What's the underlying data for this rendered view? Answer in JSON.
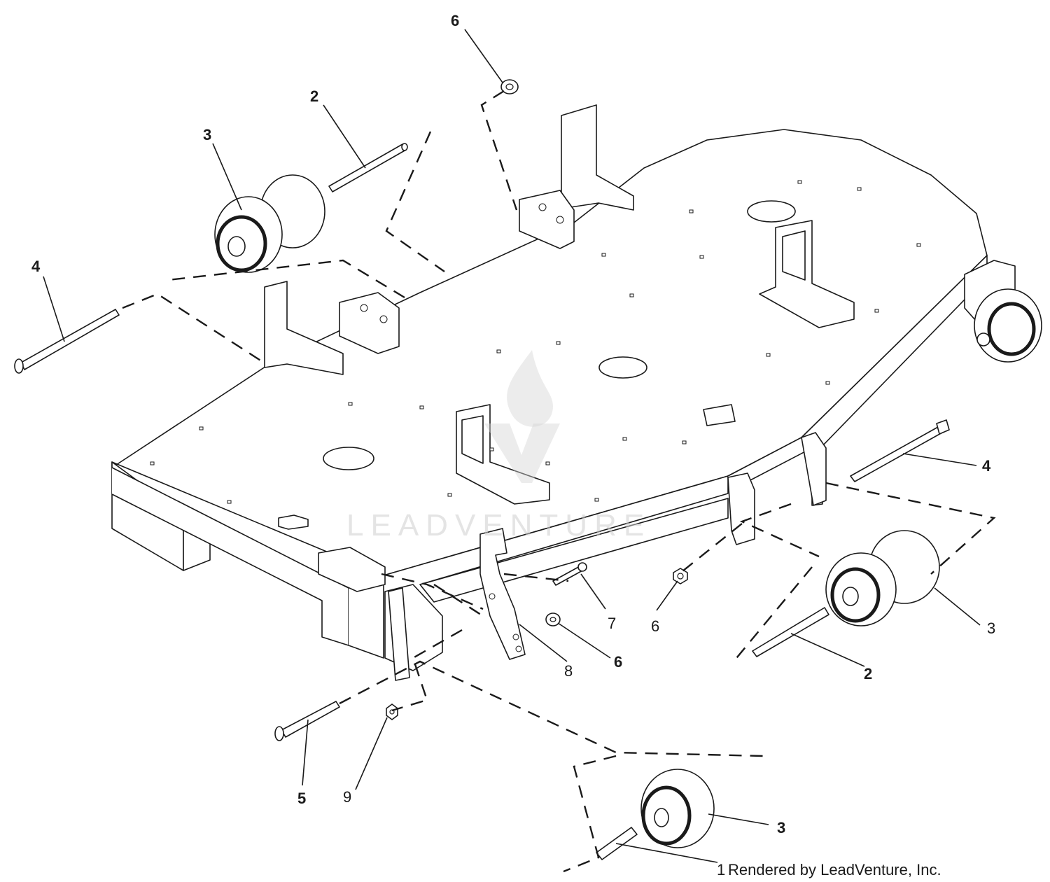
{
  "diagram": {
    "callouts": [
      {
        "id": "c-6-top",
        "label": "6",
        "bold": true
      },
      {
        "id": "c-2-left",
        "label": "2",
        "bold": true
      },
      {
        "id": "c-3-left",
        "label": "3",
        "bold": true
      },
      {
        "id": "c-4-left",
        "label": "4",
        "bold": true
      },
      {
        "id": "c-4-right",
        "label": "4",
        "bold": true
      },
      {
        "id": "c-3-right",
        "label": "3",
        "bold": false
      },
      {
        "id": "c-2-right",
        "label": "2",
        "bold": true
      },
      {
        "id": "c-7",
        "label": "7",
        "bold": false
      },
      {
        "id": "c-6-mid",
        "label": "6",
        "bold": false
      },
      {
        "id": "c-6-bracket",
        "label": "6",
        "bold": true
      },
      {
        "id": "c-8",
        "label": "8",
        "bold": false
      },
      {
        "id": "c-5",
        "label": "5",
        "bold": true
      },
      {
        "id": "c-9",
        "label": "9",
        "bold": false
      },
      {
        "id": "c-3-bottom",
        "label": "3",
        "bold": true
      },
      {
        "id": "c-1-bottom",
        "label": "1",
        "bold": false
      }
    ]
  },
  "watermark": {
    "brand": "LEADVENTURE"
  },
  "footer": {
    "credit": "Rendered by LeadVenture, Inc."
  }
}
